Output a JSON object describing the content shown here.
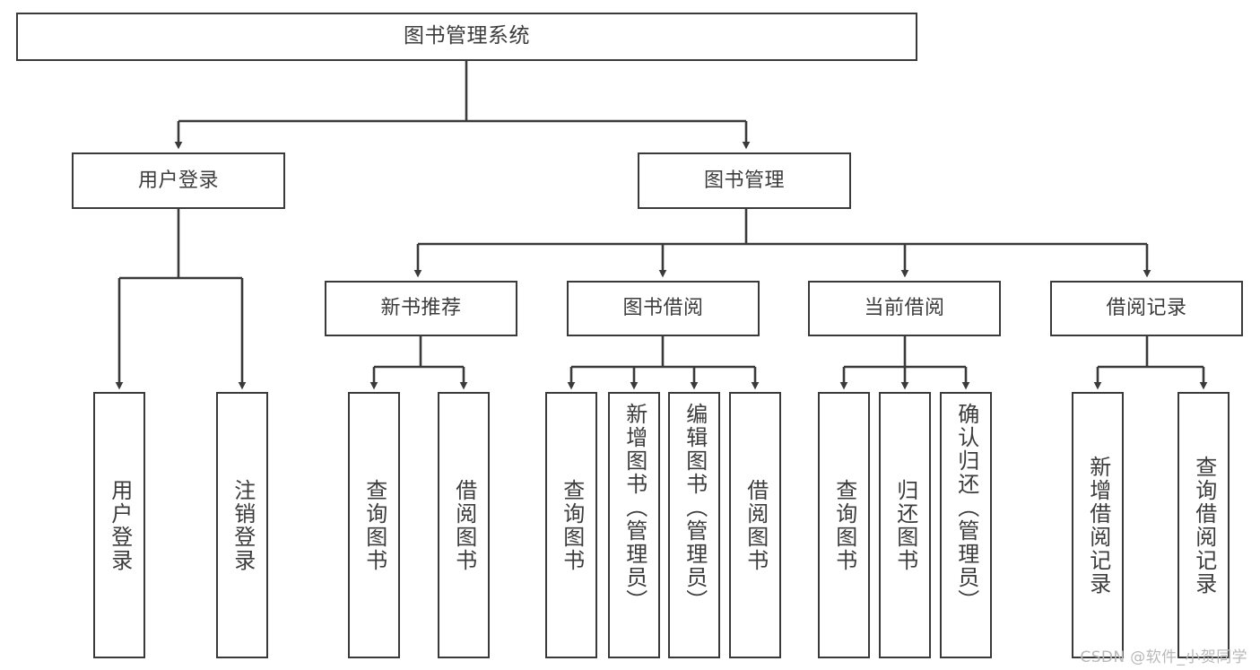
{
  "diagram": {
    "title": "图书管理系统",
    "type": "tree",
    "watermark": "CSDN @软件_小贺同学",
    "colors": {
      "box_border": "#3a3a3a",
      "box_fill": "#ffffff",
      "connector": "#3a3a3a",
      "text": "#3c3c3c",
      "watermark": "#b9b9b9",
      "background": "#ffffff"
    },
    "root": {
      "label": "图书管理系统"
    },
    "level2": [
      {
        "label": "用户登录"
      },
      {
        "label": "图书管理"
      }
    ],
    "level3": [
      {
        "label": "新书推荐"
      },
      {
        "label": "图书借阅"
      },
      {
        "label": "当前借阅"
      },
      {
        "label": "借阅记录"
      }
    ],
    "leaves": {
      "user_login": [
        {
          "label": "用户登录"
        },
        {
          "label": "注销登录"
        }
      ],
      "new_book_recommend": [
        {
          "label": "查询图书"
        },
        {
          "label": "借阅图书"
        }
      ],
      "book_borrow": [
        {
          "label": "查询图书"
        },
        {
          "label": "新增图书（管理员）"
        },
        {
          "label": "编辑图书（管理员）"
        },
        {
          "label": "借阅图书"
        }
      ],
      "current_borrow": [
        {
          "label": "查询图书"
        },
        {
          "label": "归还图书"
        },
        {
          "label": "确认归还（管理员）"
        }
      ],
      "borrow_record": [
        {
          "label": "新增借阅记录"
        },
        {
          "label": "查询借阅记录"
        }
      ]
    }
  }
}
